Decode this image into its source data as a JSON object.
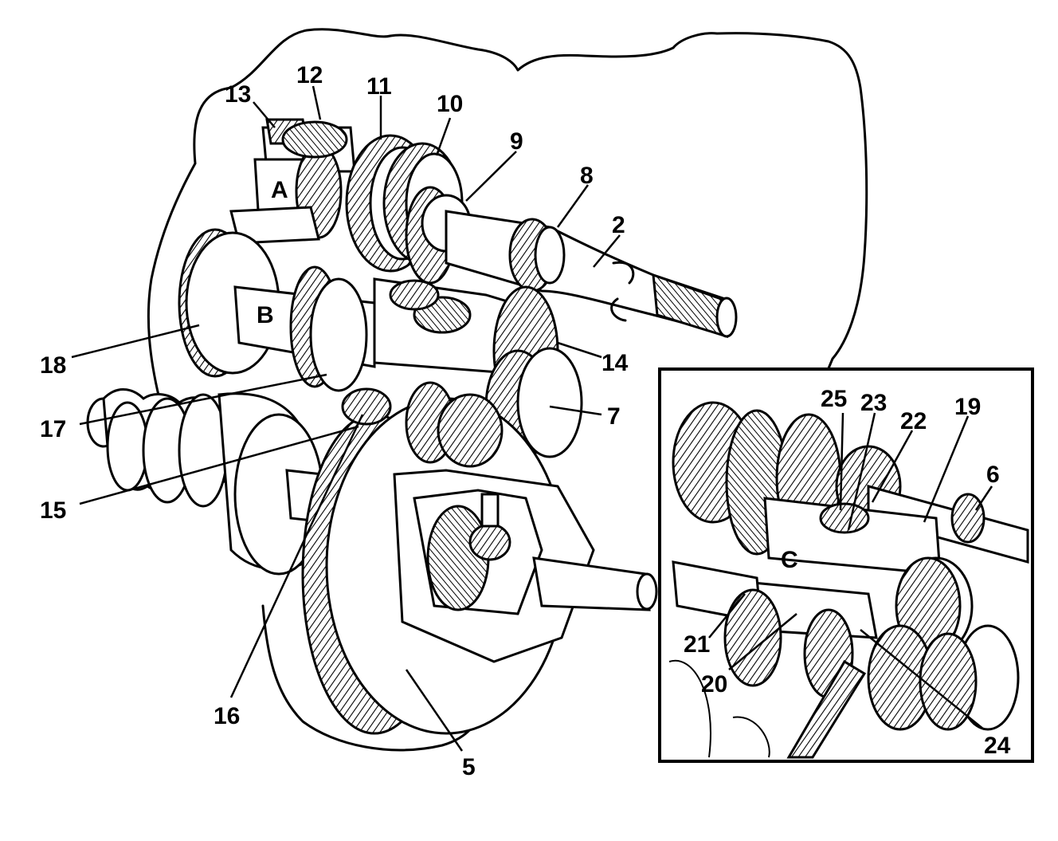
{
  "labels": {
    "n2": "2",
    "n5": "5",
    "n6": "6",
    "n7": "7",
    "n8": "8",
    "n9": "9",
    "n10": "10",
    "n11": "11",
    "n12": "12",
    "n13": "13",
    "n14": "14",
    "n15": "15",
    "n16": "16",
    "n17": "17",
    "n18": "18",
    "n19": "19",
    "n20": "20",
    "n21": "21",
    "n22": "22",
    "n23": "23",
    "n24": "24",
    "n25": "25",
    "A": "A",
    "B": "B",
    "C": "C"
  }
}
